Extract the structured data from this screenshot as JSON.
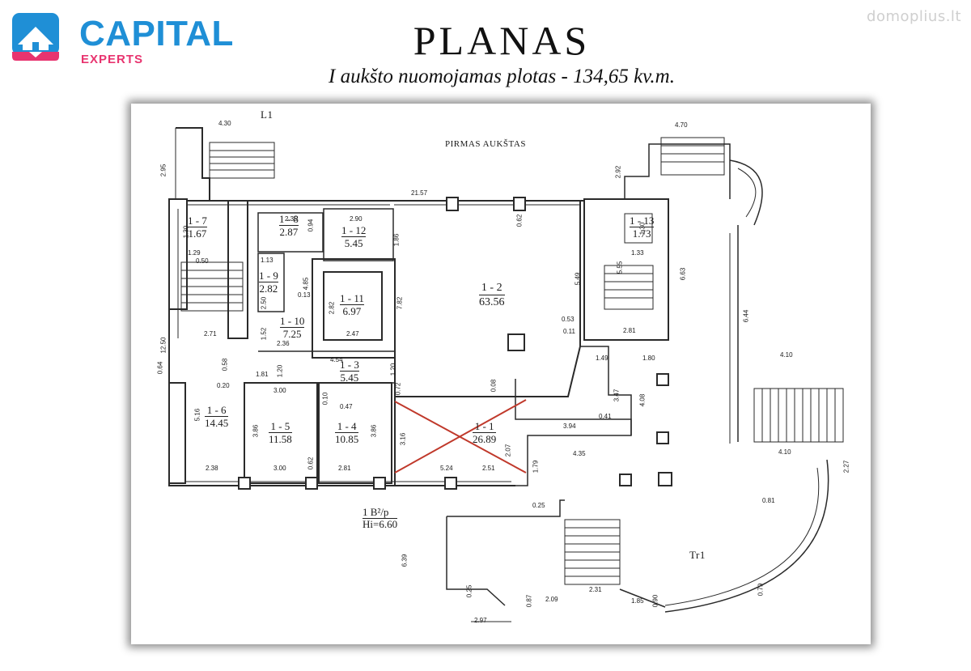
{
  "brand": {
    "name": "CAPITAL",
    "sub": "EXPERTS",
    "color_blue": "#1f8fd6",
    "color_pink": "#e8346f"
  },
  "watermark": "domoplius.lt",
  "title": "PLANAS",
  "subtitle": "I aukšto nuomojamas plotas - 134,65 kv.m.",
  "plan": {
    "sheet_label": "L1",
    "floor_heading": "PIRMAS AUKŠTAS",
    "terrace_label": "Tr1",
    "level_note": {
      "line1": "1 B²/p",
      "line2": "Hi=6.60"
    },
    "highlight_color": "#c0392b",
    "rooms": [
      {
        "id": "1 - 7",
        "area": "1.67"
      },
      {
        "id": "1 - 8",
        "area": "2.87"
      },
      {
        "id": "1 - 12",
        "area": "5.45"
      },
      {
        "id": "1 - 13",
        "area": "1.73"
      },
      {
        "id": "1 - 9",
        "area": "2.82"
      },
      {
        "id": "1 - 11",
        "area": "6.97"
      },
      {
        "id": "1 - 2",
        "area": "63.56"
      },
      {
        "id": "1 - 10",
        "area": "7.25"
      },
      {
        "id": "1 - 3",
        "area": "5.45"
      },
      {
        "id": "1 - 6",
        "area": "14.45"
      },
      {
        "id": "1 - 5",
        "area": "11.58"
      },
      {
        "id": "1 - 4",
        "area": "10.85"
      },
      {
        "id": "1 - 1",
        "area": "26.89"
      }
    ],
    "dimensions": [
      "4.30",
      "2.95",
      "4.70",
      "2.92",
      "21.57",
      "2.35",
      "0.94",
      "2.90",
      "1.86",
      "1.30",
      "1.29",
      "0.50",
      "1.13",
      "4.85",
      "0.13",
      "2.50",
      "2.82",
      "7.82",
      "0.62",
      "5.49",
      "5.55",
      "1.30",
      "1.33",
      "6.63",
      "6.44",
      "2.71",
      "1.52",
      "2.36",
      "2.47",
      "0.53",
      "0.11",
      "2.81",
      "12.50",
      "0.64",
      "0.58",
      "4.54",
      "1.20",
      "1.20",
      "1.49",
      "1.80",
      "0.20",
      "1.81",
      "3.00",
      "0.10",
      "0.72",
      "0.08",
      "0.47",
      "3.47",
      "4.08",
      "4.10",
      "5.16",
      "3.86",
      "3.86",
      "3.16",
      "0.41",
      "3.94",
      "2.07",
      "4.35",
      "4.10",
      "2.27",
      "2.38",
      "3.00",
      "0.62",
      "2.81",
      "5.24",
      "2.51",
      "1.79",
      "0.81",
      "0.25",
      "6.39",
      "0.25",
      "0.87",
      "2.09",
      "2.31",
      "1.85",
      "0.90",
      "0.79",
      "2.97"
    ]
  }
}
